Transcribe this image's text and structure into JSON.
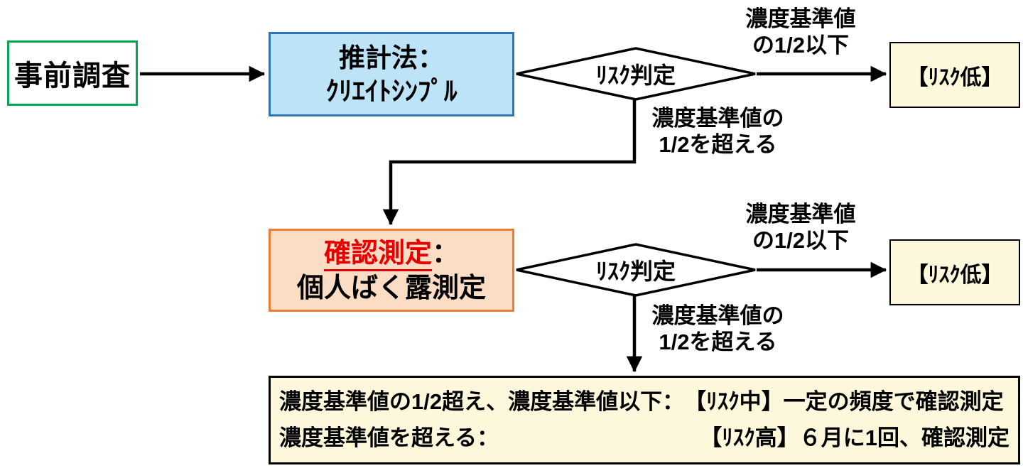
{
  "diagram_title": "risk-assessment-flowchart",
  "colors": {
    "green_border": "#00A651",
    "blue_border": "#2E75B6",
    "blue_fill": "#BDE3F7",
    "orange_border": "#ED7D31",
    "orange_fill": "#FBDCC5",
    "cream_fill": "#FDF8DB",
    "red_text": "#E60000",
    "line_black": "#000000"
  },
  "nodes": {
    "pre_survey": {
      "label": "事前調査"
    },
    "estimation": {
      "line1": "推計法：",
      "line2": "ｸﾘｴｲﾄｼﾝﾌﾟﾙ"
    },
    "decision1": {
      "label": "ﾘｽｸ判定"
    },
    "risk_low_1": {
      "label": "【ﾘｽｸ低】"
    },
    "confirmation": {
      "title": "確認測定",
      "colon": "：",
      "line2": "個人ばく露測定"
    },
    "decision2": {
      "label": "ﾘｽｸ判定"
    },
    "risk_low_2": {
      "label": "【ﾘｽｸ低】"
    },
    "result": {
      "row1_left": "濃度基準値の1/2超え、濃度基準値以下：",
      "row1_right": "【ﾘｽｸ中】一定の頻度で確認測定",
      "row2_left": "濃度基準値を超える：",
      "row2_right": "【ﾘｽｸ高】６月に1回、確認測定"
    }
  },
  "edges": {
    "d1_right": {
      "lines": [
        "濃度基準値",
        "の1/2以下"
      ]
    },
    "d1_down": {
      "lines": [
        "濃度基準値の",
        "1/2を超える"
      ]
    },
    "d2_right": {
      "lines": [
        "濃度基準値",
        "の1/2以下"
      ]
    },
    "d2_down": {
      "lines": [
        "濃度基準値の",
        "1/2を超える"
      ]
    }
  }
}
